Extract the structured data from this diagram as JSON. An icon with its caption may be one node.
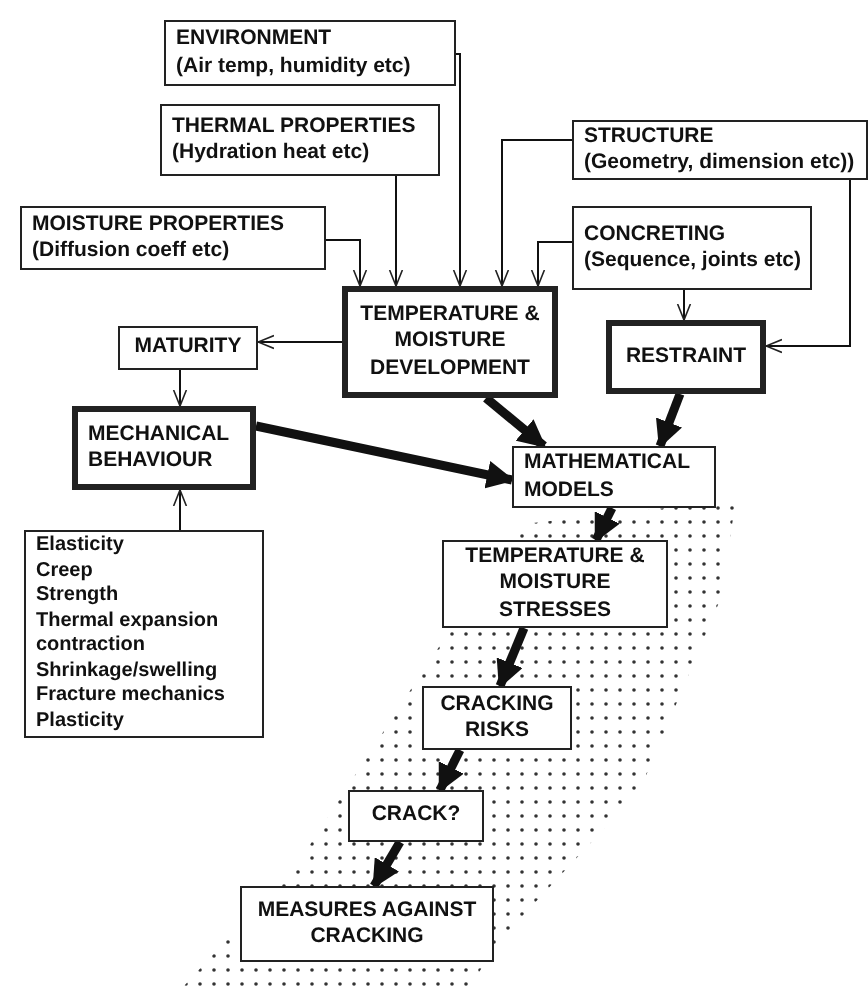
{
  "diagram": {
    "nodes": [
      {
        "text": [
          "ENVIRONMENT",
          "(Air temp, humidity etc)"
        ]
      },
      {
        "text": [
          "THERMAL PROPERTIES",
          "(Hydration heat etc)"
        ]
      },
      {
        "text": [
          "STRUCTURE",
          "(Geometry, dimension etc))"
        ]
      },
      {
        "text": [
          "MOISTURE PROPERTIES",
          "(Diffusion coeff etc)"
        ]
      },
      {
        "text": [
          "CONCRETING",
          "(Sequence, joints etc)"
        ]
      },
      {
        "text": [
          "TEMPERATURE & MOISTURE DEVELOPMENT"
        ]
      },
      {
        "text": [
          "MATURITY"
        ]
      },
      {
        "text": [
          "RESTRAINT"
        ]
      },
      {
        "text": [
          "MECHANICAL BEHAVIOUR"
        ]
      },
      {
        "text": [
          "MATHEMATICAL MODELS"
        ]
      },
      {
        "text": [
          "Elasticity",
          "Creep",
          "Strength",
          "Thermal expansion contraction",
          "Shrinkage/swelling",
          "Fracture mechanics",
          "Plasticity"
        ]
      },
      {
        "text": [
          "TEMPERATURE & MOISTURE STRESSES"
        ]
      },
      {
        "text": [
          "CRACKING RISKS"
        ]
      },
      {
        "text": [
          "CRACK?"
        ]
      },
      {
        "text": [
          "MEASURES AGAINST CRACKING"
        ]
      }
    ],
    "edges": [
      {
        "from": 3,
        "to": 5,
        "arrow": "to"
      },
      {
        "from": 1,
        "to": 5,
        "arrow": "to"
      },
      {
        "from": 0,
        "to": 5,
        "arrow": "to"
      },
      {
        "from": 2,
        "to": 5,
        "arrow": "to"
      },
      {
        "from": 4,
        "to": 5,
        "arrow": "to"
      },
      {
        "from": 4,
        "to": 7,
        "arrow": "to"
      },
      {
        "from": 2,
        "to": 7,
        "arrow": "to"
      },
      {
        "from": 5,
        "to": 6,
        "arrow": "to"
      },
      {
        "from": 6,
        "to": 8,
        "arrow": "to"
      },
      {
        "from": 10,
        "to": 8,
        "arrow": "to"
      },
      {
        "from": 5,
        "to": 9,
        "arrow": "to",
        "style": "thick"
      },
      {
        "from": 7,
        "to": 9,
        "arrow": "to",
        "style": "thick"
      },
      {
        "from": 8,
        "to": 9,
        "arrow": "to",
        "style": "thick"
      },
      {
        "from": 9,
        "to": 11,
        "arrow": "to",
        "style": "thick"
      },
      {
        "from": 11,
        "to": 12,
        "arrow": "to",
        "style": "thick"
      },
      {
        "from": 12,
        "to": 13,
        "arrow": "to",
        "style": "thick"
      },
      {
        "from": 13,
        "to": 14,
        "arrow": "to",
        "style": "thick"
      }
    ]
  }
}
